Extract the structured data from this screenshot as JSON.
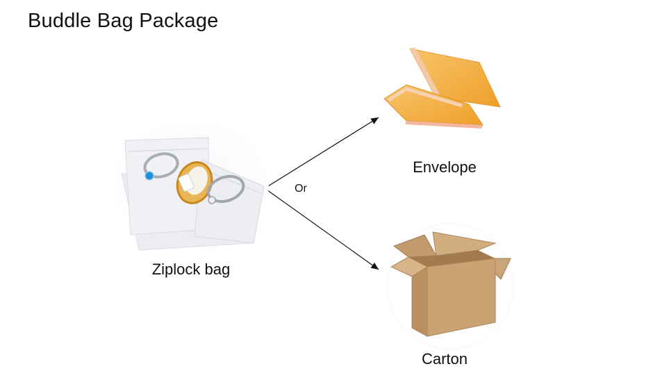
{
  "title": "Buddle Bag Package",
  "items": {
    "ziplock": {
      "label": "Ziplock bag",
      "icon": "ziplock-bag-with-rings-illustration"
    },
    "envelope": {
      "label": "Envelope",
      "icon": "bubble-envelope-illustration"
    },
    "carton": {
      "label": "Carton",
      "icon": "cardboard-carton-illustration"
    }
  },
  "connector_label": "Or",
  "colors": {
    "text": "#111111",
    "envelope": "#f3ad3c",
    "carton": "#c9a173",
    "bag": "#eef0f3",
    "ring_gold": "#d99a2b",
    "ring_silver": "#a9adb3",
    "gem_blue": "#1f8fd6"
  }
}
